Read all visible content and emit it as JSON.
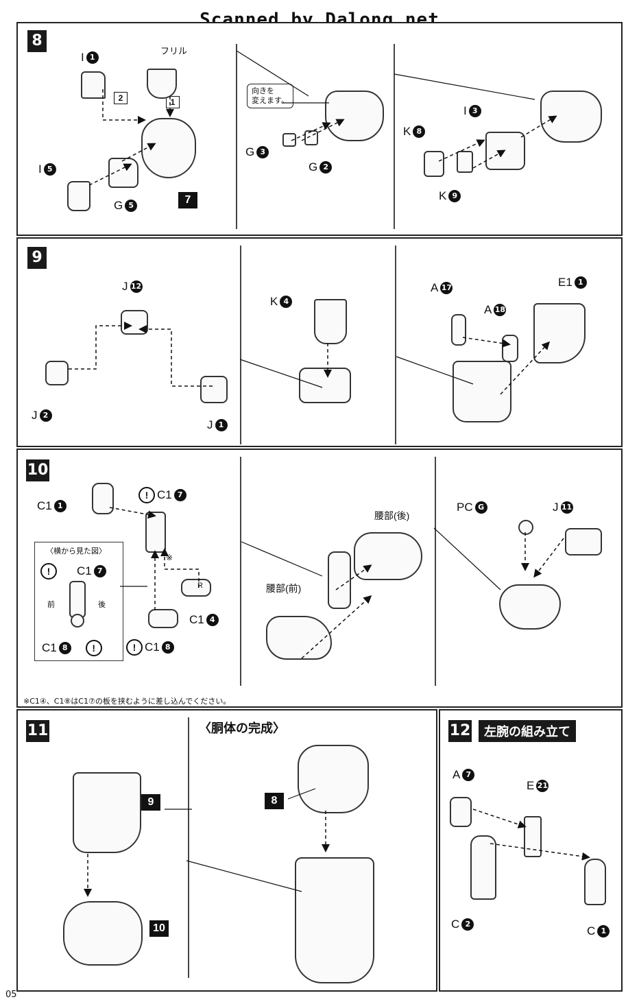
{
  "watermark": "Scanned by Dalong.net",
  "page_number": "05",
  "steps": {
    "s8": {
      "number": "8",
      "labels": {
        "i1_letter": "I",
        "i1_num": "1",
        "frill": "フリル",
        "seq2": "2",
        "seq1": "1",
        "i5_letter": "I",
        "i5_num": "5",
        "g5_letter": "G",
        "g5_num": "5",
        "ref7": "7",
        "callout": "向きを\n変えます。",
        "g3_letter": "G",
        "g3_num": "3",
        "g2_letter": "G",
        "g2_num": "2",
        "i3_letter": "I",
        "i3_num": "3",
        "k8_letter": "K",
        "k8_num": "8",
        "k9_letter": "K",
        "k9_num": "9"
      }
    },
    "s9": {
      "number": "9",
      "labels": {
        "j12_letter": "J",
        "j12_num": "12",
        "j2_letter": "J",
        "j2_num": "2",
        "j1_letter": "J",
        "j1_num": "1",
        "k4_letter": "K",
        "k4_num": "4",
        "a17_letter": "A",
        "a17_num": "17",
        "a18_letter": "A",
        "a18_num": "18",
        "e11_letter": "E1",
        "e11_num": "1"
      }
    },
    "s10": {
      "number": "10",
      "labels": {
        "c11_letter": "C1",
        "c11_num": "1",
        "c17_letter": "C1",
        "c17_num": "7",
        "c14_letter": "C1",
        "c14_num": "4",
        "c18_letter": "C1",
        "c18_num": "8",
        "side_title": "〈横から見た図〉",
        "side_c17_letter": "C1",
        "side_c17_num": "7",
        "side_c18_letter": "C1",
        "side_c18_num": "8",
        "front": "前",
        "back": "後",
        "mark": "※",
        "warn": "!",
        "r_mark": "R",
        "waist_back": "腰部(後)",
        "waist_front": "腰部(前)",
        "pc_letter": "PC",
        "pc_num": "G",
        "j11_letter": "J",
        "j11_num": "11",
        "footnote": "※C1④、C1⑧はC1⑦の板を挟むように差し込んでください。"
      }
    },
    "s11": {
      "number": "11",
      "heading": "〈胴体の完成〉",
      "labels": {
        "ref9": "9",
        "ref10": "10",
        "ref8": "8"
      }
    },
    "s12": {
      "number": "12",
      "title": "左腕の組み立て",
      "labels": {
        "a7_letter": "A",
        "a7_num": "7",
        "e21_letter": "E",
        "e21_num": "21",
        "c2_letter": "C",
        "c2_num": "2",
        "c1_letter": "C",
        "c1_num": "1"
      }
    }
  }
}
